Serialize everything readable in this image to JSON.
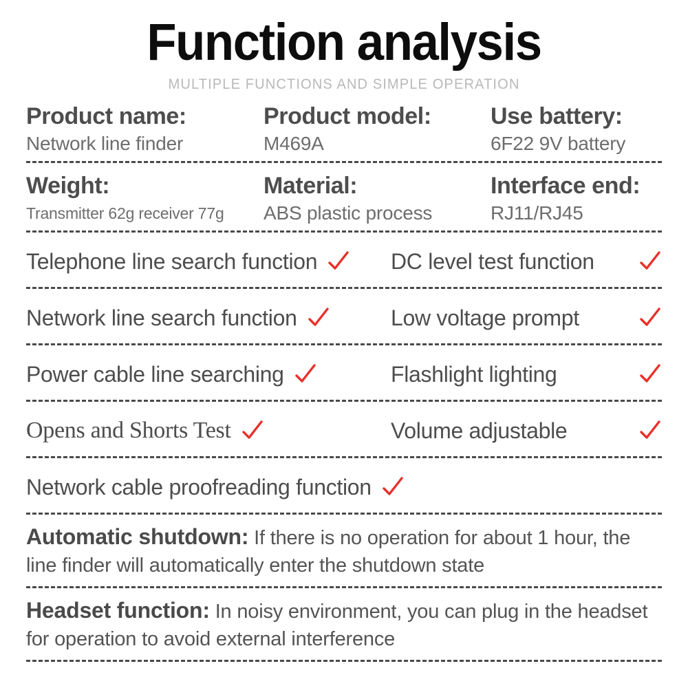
{
  "header": {
    "title": "Function analysis",
    "subtitle": "MULTIPLE FUNCTIONS AND SIMPLE OPERATION"
  },
  "specs": [
    {
      "cells": [
        {
          "label": "Product name:",
          "value": "Network line finder"
        },
        {
          "label": "Product model:",
          "value": "M469A"
        },
        {
          "label": "Use battery:",
          "value": "6F22 9V battery"
        }
      ]
    },
    {
      "cells": [
        {
          "label": "Weight:",
          "value": "Transmitter 62g receiver 77g"
        },
        {
          "label": "Material:",
          "value": "ABS plastic process"
        },
        {
          "label": "Interface end:",
          "value": "RJ11/RJ45"
        }
      ]
    }
  ],
  "features": [
    {
      "left": "Telephone line search function",
      "right": "DC level test function"
    },
    {
      "left": "Network line search function",
      "right": "Low voltage prompt"
    },
    {
      "left": "Power cable line searching",
      "right": "Flashlight lighting"
    },
    {
      "left": "Opens and Shorts Test",
      "right": "Volume adjustable"
    },
    {
      "left": "Network cable proofreading function",
      "right": null
    }
  ],
  "paragraphs": [
    {
      "lead": "Automatic shutdown:",
      "body": "If there is no operation for about 1 hour, the line finder will automatically enter the shutdown state"
    },
    {
      "lead": "Headset function:",
      "body": "In noisy environment, you can plug in the headset for operation to avoid external interference"
    }
  ],
  "icons": {
    "check": "check-icon"
  },
  "colors": {
    "check_red": "#e8302a",
    "title_black": "#0d0d0d",
    "subtitle_gray": "#b9b9b9",
    "label_gray": "#4d4d4d",
    "value_gray": "#6d6d6d",
    "rule_gray": "#3b3b3b"
  }
}
